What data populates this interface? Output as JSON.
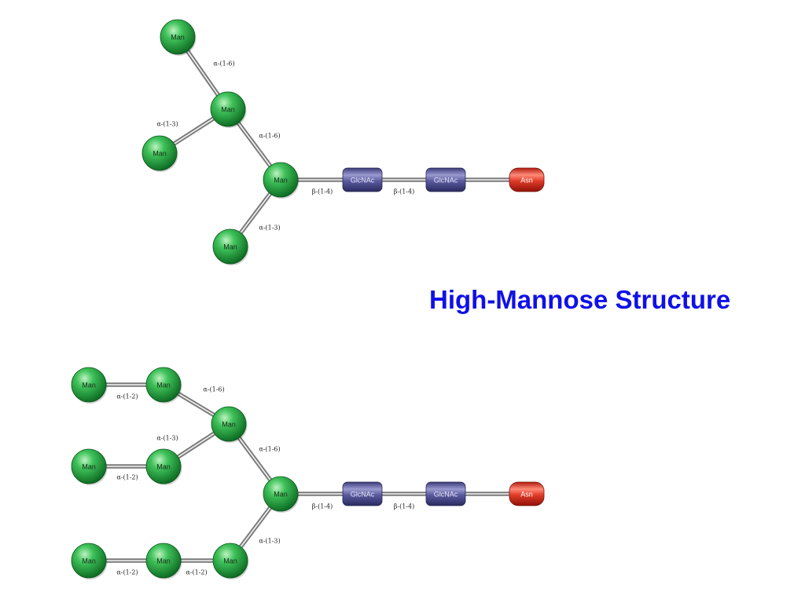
{
  "title": "High-Mannose Structure",
  "colors": {
    "title": "#1010e8",
    "mannose": "#1f9a3a",
    "glcnac": "#4f4f8f",
    "asparagine": "#d83a2a"
  },
  "diagrams": [
    {
      "nodes": [
        {
          "id": "t1",
          "type": "man",
          "label": "Man"
        },
        {
          "id": "t2",
          "type": "man",
          "label": "Man"
        },
        {
          "id": "t3",
          "type": "man",
          "label": "Man"
        },
        {
          "id": "t4",
          "type": "man",
          "label": "Man"
        },
        {
          "id": "t5",
          "type": "man",
          "label": "Man"
        },
        {
          "id": "t6",
          "type": "glcnac",
          "label": "GlcNAc"
        },
        {
          "id": "t7",
          "type": "glcnac",
          "label": "GlcNAc"
        },
        {
          "id": "t8",
          "type": "asn",
          "label": "Asn"
        }
      ],
      "links": [
        {
          "from": "t1",
          "to": "t2",
          "label": "α-(1-6)"
        },
        {
          "from": "t3",
          "to": "t2",
          "label": "α-(1-3)"
        },
        {
          "from": "t2",
          "to": "t4",
          "label": "α-(1-6)"
        },
        {
          "from": "t5",
          "to": "t4",
          "label": "α-(1-3)"
        },
        {
          "from": "t4",
          "to": "t6",
          "label": "β-(1-4)"
        },
        {
          "from": "t6",
          "to": "t7",
          "label": "β-(1-4)"
        },
        {
          "from": "t7",
          "to": "t8",
          "label": ""
        }
      ]
    },
    {
      "nodes": [
        {
          "id": "b1",
          "type": "man",
          "label": "Man"
        },
        {
          "id": "b2",
          "type": "man",
          "label": "Man"
        },
        {
          "id": "b3",
          "type": "man",
          "label": "Man"
        },
        {
          "id": "b4",
          "type": "man",
          "label": "Man"
        },
        {
          "id": "b5",
          "type": "man",
          "label": "Man"
        },
        {
          "id": "b6",
          "type": "man",
          "label": "Man"
        },
        {
          "id": "b7",
          "type": "man",
          "label": "Man"
        },
        {
          "id": "b8",
          "type": "man",
          "label": "Man"
        },
        {
          "id": "b9",
          "type": "man",
          "label": "Man"
        },
        {
          "id": "b10",
          "type": "glcnac",
          "label": "GlcNAc"
        },
        {
          "id": "b11",
          "type": "glcnac",
          "label": "GlcNAc"
        },
        {
          "id": "b12",
          "type": "asn",
          "label": "Asn"
        }
      ],
      "links": [
        {
          "from": "b1",
          "to": "b2",
          "label": "α-(1-2)"
        },
        {
          "from": "b2",
          "to": "b3",
          "label": "α-(1-6)"
        },
        {
          "from": "b4",
          "to": "b5",
          "label": "α-(1-2)"
        },
        {
          "from": "b5",
          "to": "b3",
          "label": "α-(1-3)"
        },
        {
          "from": "b3",
          "to": "b6",
          "label": "α-(1-6)"
        },
        {
          "from": "b7",
          "to": "b8",
          "label": "α-(1-2)"
        },
        {
          "from": "b8",
          "to": "b9",
          "label": "α-(1-2)"
        },
        {
          "from": "b9",
          "to": "b6",
          "label": "α-(1-3)"
        },
        {
          "from": "b6",
          "to": "b10",
          "label": "β-(1-4)"
        },
        {
          "from": "b10",
          "to": "b11",
          "label": "β-(1-4)"
        },
        {
          "from": "b11",
          "to": "b12",
          "label": ""
        }
      ]
    }
  ]
}
